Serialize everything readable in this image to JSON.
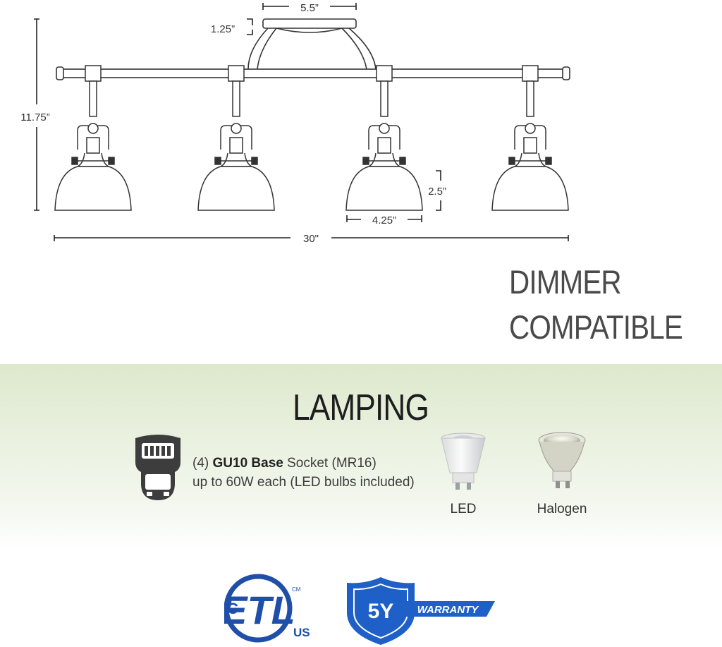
{
  "dimensions": {
    "canopy_width": "5.5”",
    "canopy_height": "1.25”",
    "overall_height": "11.75”",
    "shade_height": "2.5”",
    "shade_width": "4.25”",
    "overall_width": "30\""
  },
  "dimmer": {
    "line1": "DIMMER",
    "line2": "COMPATIBLE"
  },
  "lamping": {
    "title": "LAMPING",
    "socket_prefix": "(4) ",
    "socket_bold": "GU10 Base",
    "socket_suffix": " Socket (MR16)",
    "wattage_line": "up to 60W each (LED bulbs included)"
  },
  "bulbs": [
    {
      "label": "LED",
      "icon": "led-gu10-bulb-icon"
    },
    {
      "label": "Halogen",
      "icon": "halogen-gu10-bulb-icon"
    }
  ],
  "badges": {
    "etl_mark": "ETL",
    "etl_c": "C",
    "etl_us": "US",
    "etl_cm": "CM",
    "warranty_years": "5Y",
    "warranty_word": "WARRANTY"
  },
  "colors": {
    "band_top": "#dde8cc",
    "etl_blue": "#1f4fa8",
    "warranty_blue": "#1e5fc8",
    "icon_dark": "#3d3d3d"
  }
}
